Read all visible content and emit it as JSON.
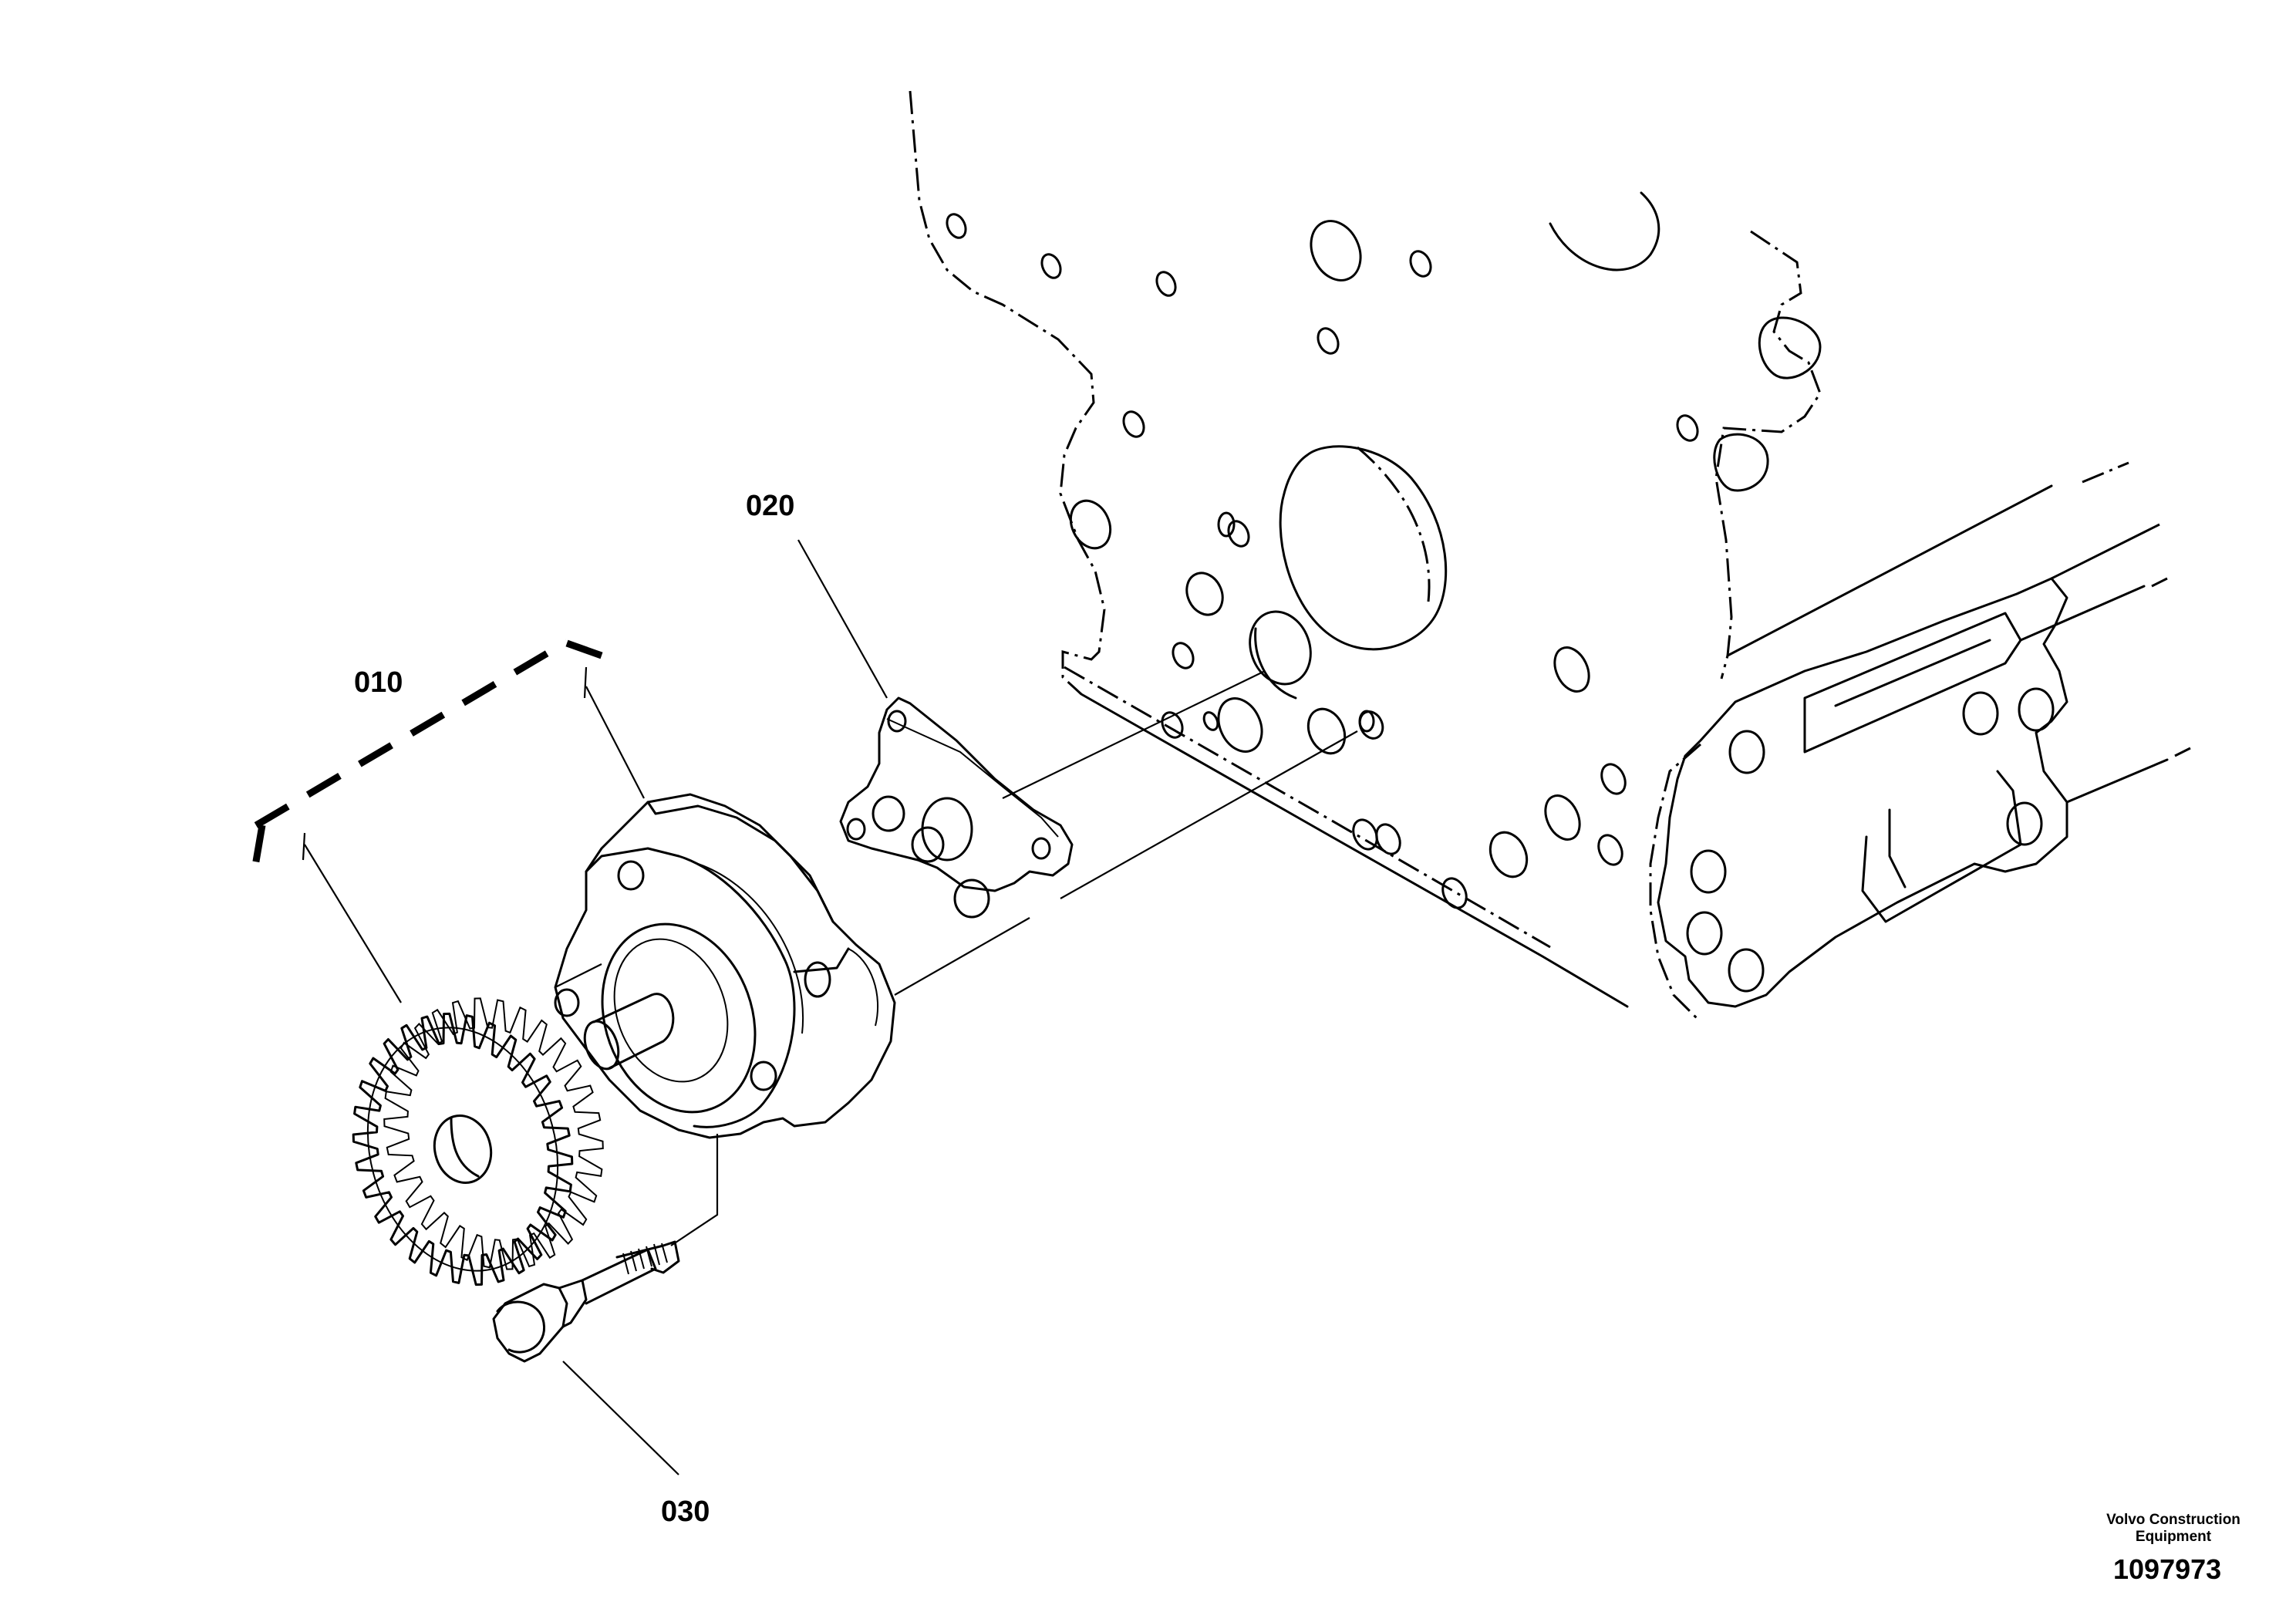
{
  "parts": [
    {
      "id": "010",
      "name": "oil-pump-assembly"
    },
    {
      "id": "020",
      "name": "gasket"
    },
    {
      "id": "030",
      "name": "bolt"
    }
  ],
  "footer": {
    "company_line1": "Volvo Construction",
    "company_line2": "Equipment",
    "drawing_number": "1097973"
  }
}
